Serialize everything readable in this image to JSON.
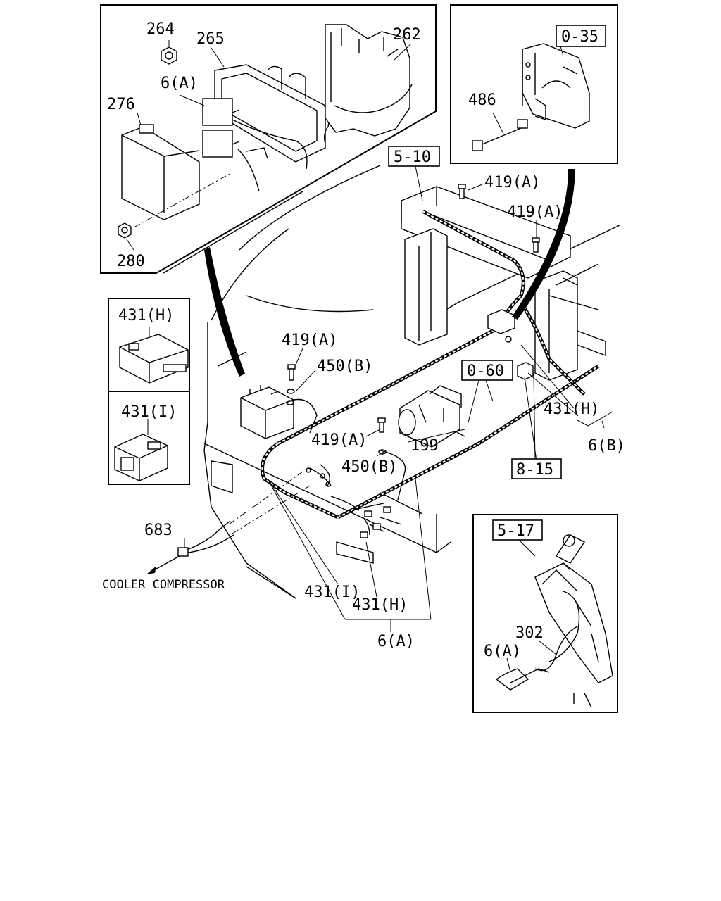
{
  "callouts": {
    "c264": "264",
    "c265": "265",
    "c262": "262",
    "c6a_top": "6(A)",
    "c276": "276",
    "c280": "280",
    "c0_35": "0-35",
    "c486": "486",
    "c5_10": "5-10",
    "c419a_1": "419(A)",
    "c419a_2": "419(A)",
    "c431h_box": "431(H)",
    "c431i_box": "431(I)",
    "c419a_3": "419(A)",
    "c450b_1": "450(B)",
    "c0_60": "0-60",
    "c431h_right": "431(H)",
    "c6b": "6(B)",
    "c419a_4": "419(A)",
    "c199": "199",
    "c450b_2": "450(B)",
    "c8_15": "8-15",
    "c683": "683",
    "cooler": "COOLER COMPRESSOR",
    "c431i_bottom": "431(I)",
    "c431h_bottom": "431(H)",
    "c6a_bottom": "6(A)",
    "c5_17": "5-17",
    "c302": "302",
    "c6a_pedal": "6(A)"
  }
}
